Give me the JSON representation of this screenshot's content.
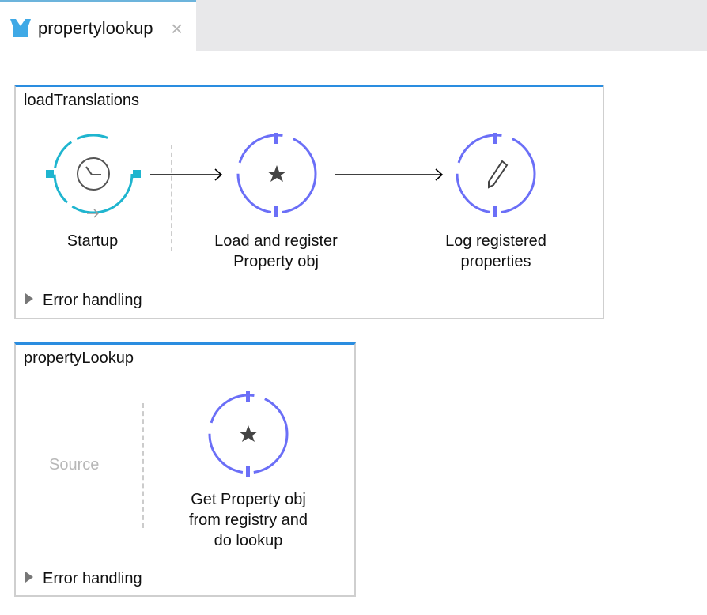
{
  "tab": {
    "title": "propertylookup",
    "close": "×"
  },
  "flows": [
    {
      "name": "loadTranslations",
      "error_handling": "Error handling",
      "nodes": [
        {
          "label": "Startup",
          "icon": "clock-icon"
        },
        {
          "label": "Load and register\nProperty obj",
          "icon": "star-icon"
        },
        {
          "label": "Log registered\nproperties",
          "icon": "pencil-icon"
        }
      ]
    },
    {
      "name": "propertyLookup",
      "error_handling": "Error handling",
      "source_placeholder": "Source",
      "nodes": [
        {
          "label": "Get Property obj\nfrom registry and\ndo lookup",
          "icon": "star-icon"
        }
      ]
    }
  ],
  "colors": {
    "accent": "#2a8de0",
    "scheduler": "#1fb5cf",
    "processor": "#6b6ff7"
  }
}
